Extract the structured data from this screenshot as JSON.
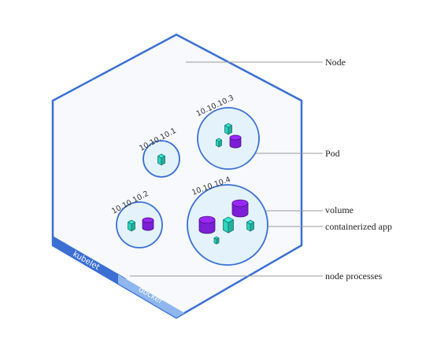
{
  "labels": {
    "node": "Node",
    "pod": "Pod",
    "volume": "volume",
    "containerized_app": "containerized app",
    "node_processes": "node processes"
  },
  "pods": [
    {
      "ip": "10.10.10.1"
    },
    {
      "ip": "10.10.10.2"
    },
    {
      "ip": "10.10.10.3"
    },
    {
      "ip": "10.10.10.4"
    }
  ],
  "processes": {
    "kubelet": "kubelet",
    "docker": "docker"
  },
  "colors": {
    "node_border": "#3b6fd4",
    "node_fill": "#f7f9fd",
    "pod_border": "#3b6fd4",
    "pod_fill": "#e4f3fb",
    "app": "#2dd4c0",
    "volume": "#7c1fd6",
    "kubelet_band": "#3b6fd4",
    "docker_band": "#8fb6ee",
    "leader_line": "#999999"
  },
  "icons": {
    "app": "cube-icon",
    "volume": "cylinder-icon"
  }
}
